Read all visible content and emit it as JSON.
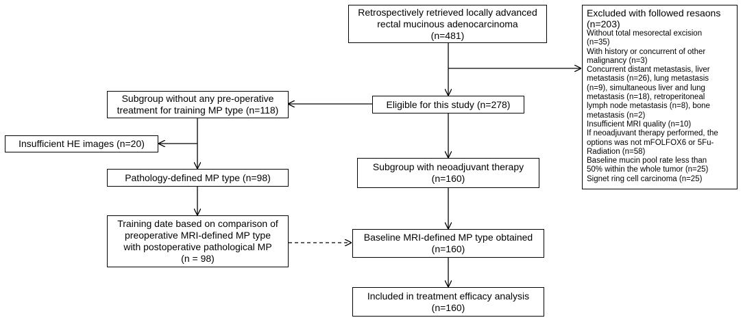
{
  "retrieved": {
    "lines": [
      "Retrospectively retrieved locally advanced",
      "rectal mucinous adenocarcinoma",
      "(n=481)"
    ]
  },
  "excluded": {
    "title": "Excluded with followed resaons",
    "count": "(n=203)",
    "items": [
      "Without total mesorectal excision",
      "(n=35)",
      "With history or concurrent of other",
      "malignancy (n=3)",
      "Concurrent distant metastasis, liver",
      "metastasis (n=26), lung metastasis",
      "(n=9),  simultaneous liver and lung",
      "metastasis (n=18), retroperitoneal",
      "lymph node metastasis (n=8), bone",
      "metastasis (n=2)",
      "Insufficient MRI quality (n=10)",
      "If neoadjuvant therapy performed,  the",
      "options was not  mFOLFOX6 or 5Fu-",
      "Radiation (n=58)",
      "Baseline mucin pool rate less than",
      "50% within the whole tumor (n=25)",
      "Signet ring cell carcinoma (n=25)"
    ]
  },
  "eligible": {
    "lines": [
      "Eligible for this study (n=278)"
    ]
  },
  "subgroup_no_treatment": {
    "lines": [
      "Subgroup without any pre-operative",
      "treatment for training MP type (n=118)"
    ]
  },
  "insufficient_he": {
    "lines": [
      "Insufficient HE images (n=20)"
    ]
  },
  "pathology_mp": {
    "lines": [
      "Pathology-defined MP type (n=98)"
    ]
  },
  "training_data": {
    "lines": [
      "Training date based on comparison of",
      "preoperative MRI-defined MP type",
      "with postoperative pathological MP",
      "(n = 98)"
    ]
  },
  "subgroup_neoadjuvant": {
    "lines": [
      "Subgroup with neoadjuvant therapy",
      "(n=160)"
    ]
  },
  "baseline_mri": {
    "lines": [
      "Baseline MRI-defined MP type obtained",
      "(n=160)"
    ]
  },
  "efficacy": {
    "lines": [
      "Included in treatment efficacy analysis",
      "(n=160)"
    ]
  }
}
